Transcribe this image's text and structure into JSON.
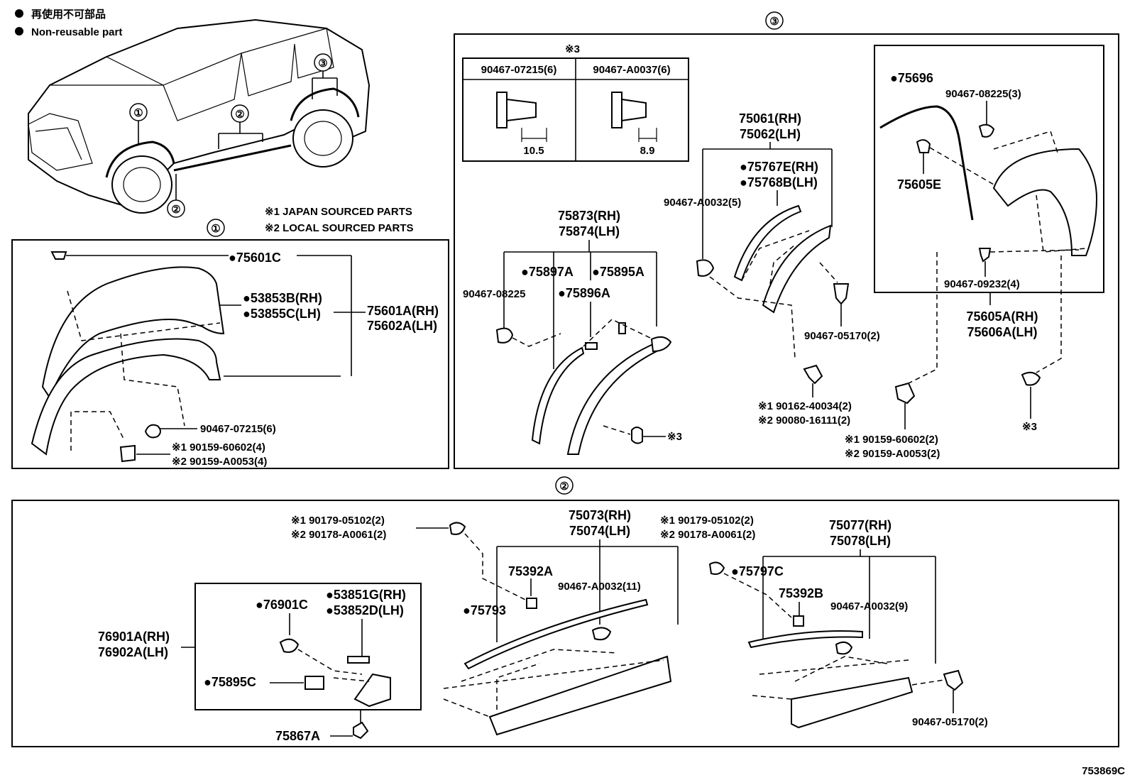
{
  "legend": {
    "jp": "再使用不可部品",
    "en": "Non-reusable part"
  },
  "refs": {
    "one": "①",
    "two": "②",
    "three": "③"
  },
  "notes": {
    "n1": "※1 JAPAN SOURCED PARTS",
    "n2": "※2 LOCAL SOURCED PARTS",
    "n3": "※3"
  },
  "clips": {
    "c1_part": "90467-07215(6)",
    "c1_dim": "10.5",
    "c2_part": "90467-A0037(6)",
    "c2_dim": "8.9"
  },
  "group1": {
    "p75601C": "●75601C",
    "p53853B": "●53853B(RH)",
    "p53855C": "●53855C(LH)",
    "p75601A": "75601A(RH)",
    "p75602A": "75602A(LH)",
    "p9046707215": "90467-07215(6)",
    "p9015960602": "※1 90159-60602(4)",
    "p90159A0053": "※2 90159-A0053(4)"
  },
  "group3": {
    "p75873": "75873(RH)",
    "p75874": "75874(LH)",
    "p75897A": "●75897A",
    "p75895A": "●75895A",
    "p75896A": "●75896A",
    "p9046708225": "90467-08225",
    "p75061": "75061(RH)",
    "p75062": "75062(LH)",
    "p75767E": "●75767E(RH)",
    "p75768B": "●75768B(LH)",
    "p90467A0032": "90467-A0032(5)",
    "p9046705170": "90467-05170(2)",
    "p9016240034": "※1 90162-40034(2)",
    "p9008016111": "※2 90080-16111(2)",
    "p75696": "●75696",
    "p9046708225b": "90467-08225(3)",
    "p75605E": "75605E",
    "p9046709232": "90467-09232(4)",
    "p75605A": "75605A(RH)",
    "p75606A": "75606A(LH)",
    "p9015960602": "※1 90159-60602(2)",
    "p90159A0053": "※2 90159-A0053(2)",
    "p_ref3a": "※3",
    "p_ref3b": "※3"
  },
  "group2": {
    "p9017905102a": "※1 90179-05102(2)",
    "p90178A0061a": "※2 90178-A0061(2)",
    "p75073": "75073(RH)",
    "p75074": "75074(LH)",
    "p9017905102b": "※1 90179-05102(2)",
    "p90178A0061b": "※2 90178-A0061(2)",
    "p75077": "75077(RH)",
    "p75078": "75078(LH)",
    "p75392A": "75392A",
    "p90467A0032a": "90467-A0032(11)",
    "p75797C": "●75797C",
    "p75392B": "75392B",
    "p90467A0032b": "90467-A0032(9)",
    "p75793": "●75793",
    "p53851G": "●53851G(RH)",
    "p53852D": "●53852D(LH)",
    "p76901C": "●76901C",
    "p76901A": "76901A(RH)",
    "p76902A": "76902A(LH)",
    "p75895C": "●75895C",
    "p75867A": "75867A",
    "p9046705170": "90467-05170(2)"
  },
  "footer": {
    "code": "753869C"
  }
}
